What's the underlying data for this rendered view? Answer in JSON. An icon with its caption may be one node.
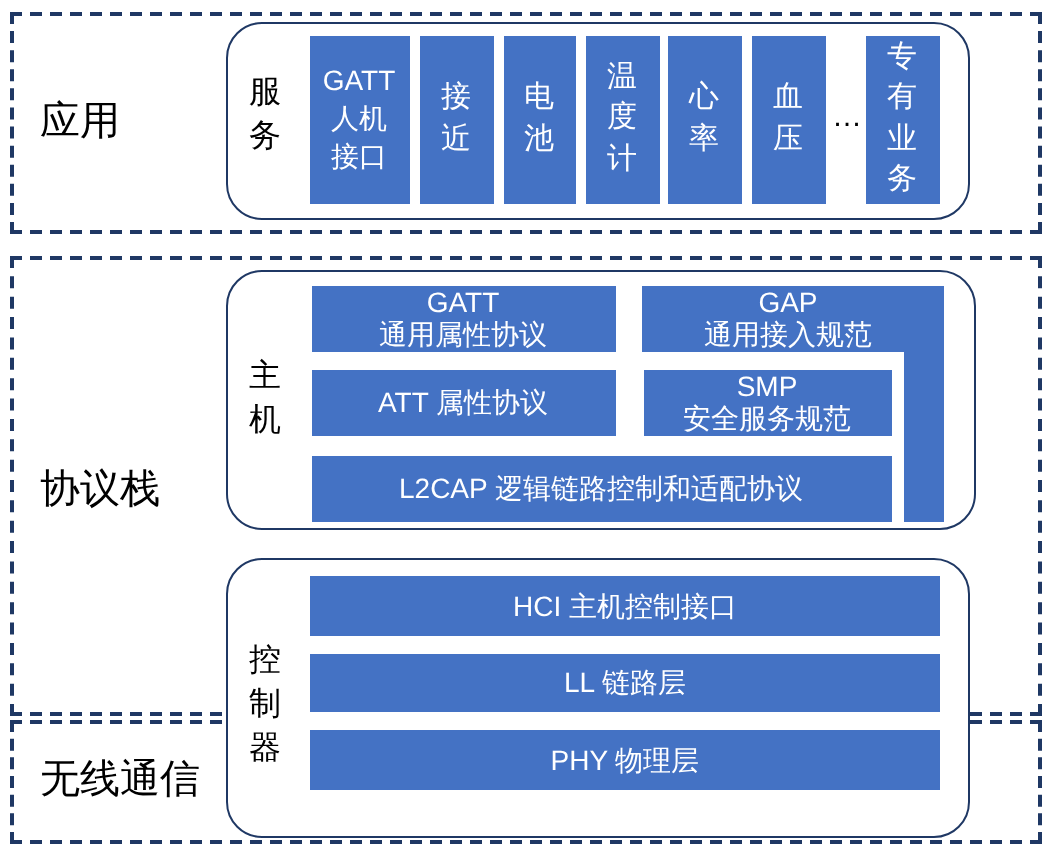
{
  "diagram": {
    "nodes": [
      {
        "text": [
          "应用"
        ]
      },
      {
        "text": [
          "服务"
        ],
        "in": 0
      },
      {
        "text": [
          "GATT 人机接口"
        ],
        "in": 1
      },
      {
        "text": [
          "接近"
        ],
        "in": 1
      },
      {
        "text": [
          "电池"
        ],
        "in": 1
      },
      {
        "text": [
          "温度计"
        ],
        "in": 1
      },
      {
        "text": [
          "心率"
        ],
        "in": 1
      },
      {
        "text": [
          "血压"
        ],
        "in": 1
      },
      {
        "text": [
          "专有业务"
        ],
        "in": 1
      },
      {
        "text": [
          "协议栈"
        ]
      },
      {
        "text": [
          "主机"
        ],
        "in": 9
      },
      {
        "text": [
          "GATT 通用属性协议"
        ],
        "in": 10
      },
      {
        "text": [
          "GAP 通用接入规范"
        ],
        "in": 10
      },
      {
        "text": [
          "ATT 属性协议"
        ],
        "in": 10
      },
      {
        "text": [
          "SMP 安全服务规范"
        ],
        "in": 10
      },
      {
        "text": [
          "L2CAP 逻辑链路控制和适配协议"
        ],
        "in": 10
      },
      {
        "text": [
          "无线通信"
        ]
      },
      {
        "text": [
          "控制器"
        ]
      },
      {
        "text": [
          "HCI 主机控制接口"
        ]
      },
      {
        "text": [
          "LL 链路层"
        ]
      },
      {
        "text": [
          "PHY 物理层"
        ]
      }
    ],
    "labels": [
      "…"
    ]
  }
}
